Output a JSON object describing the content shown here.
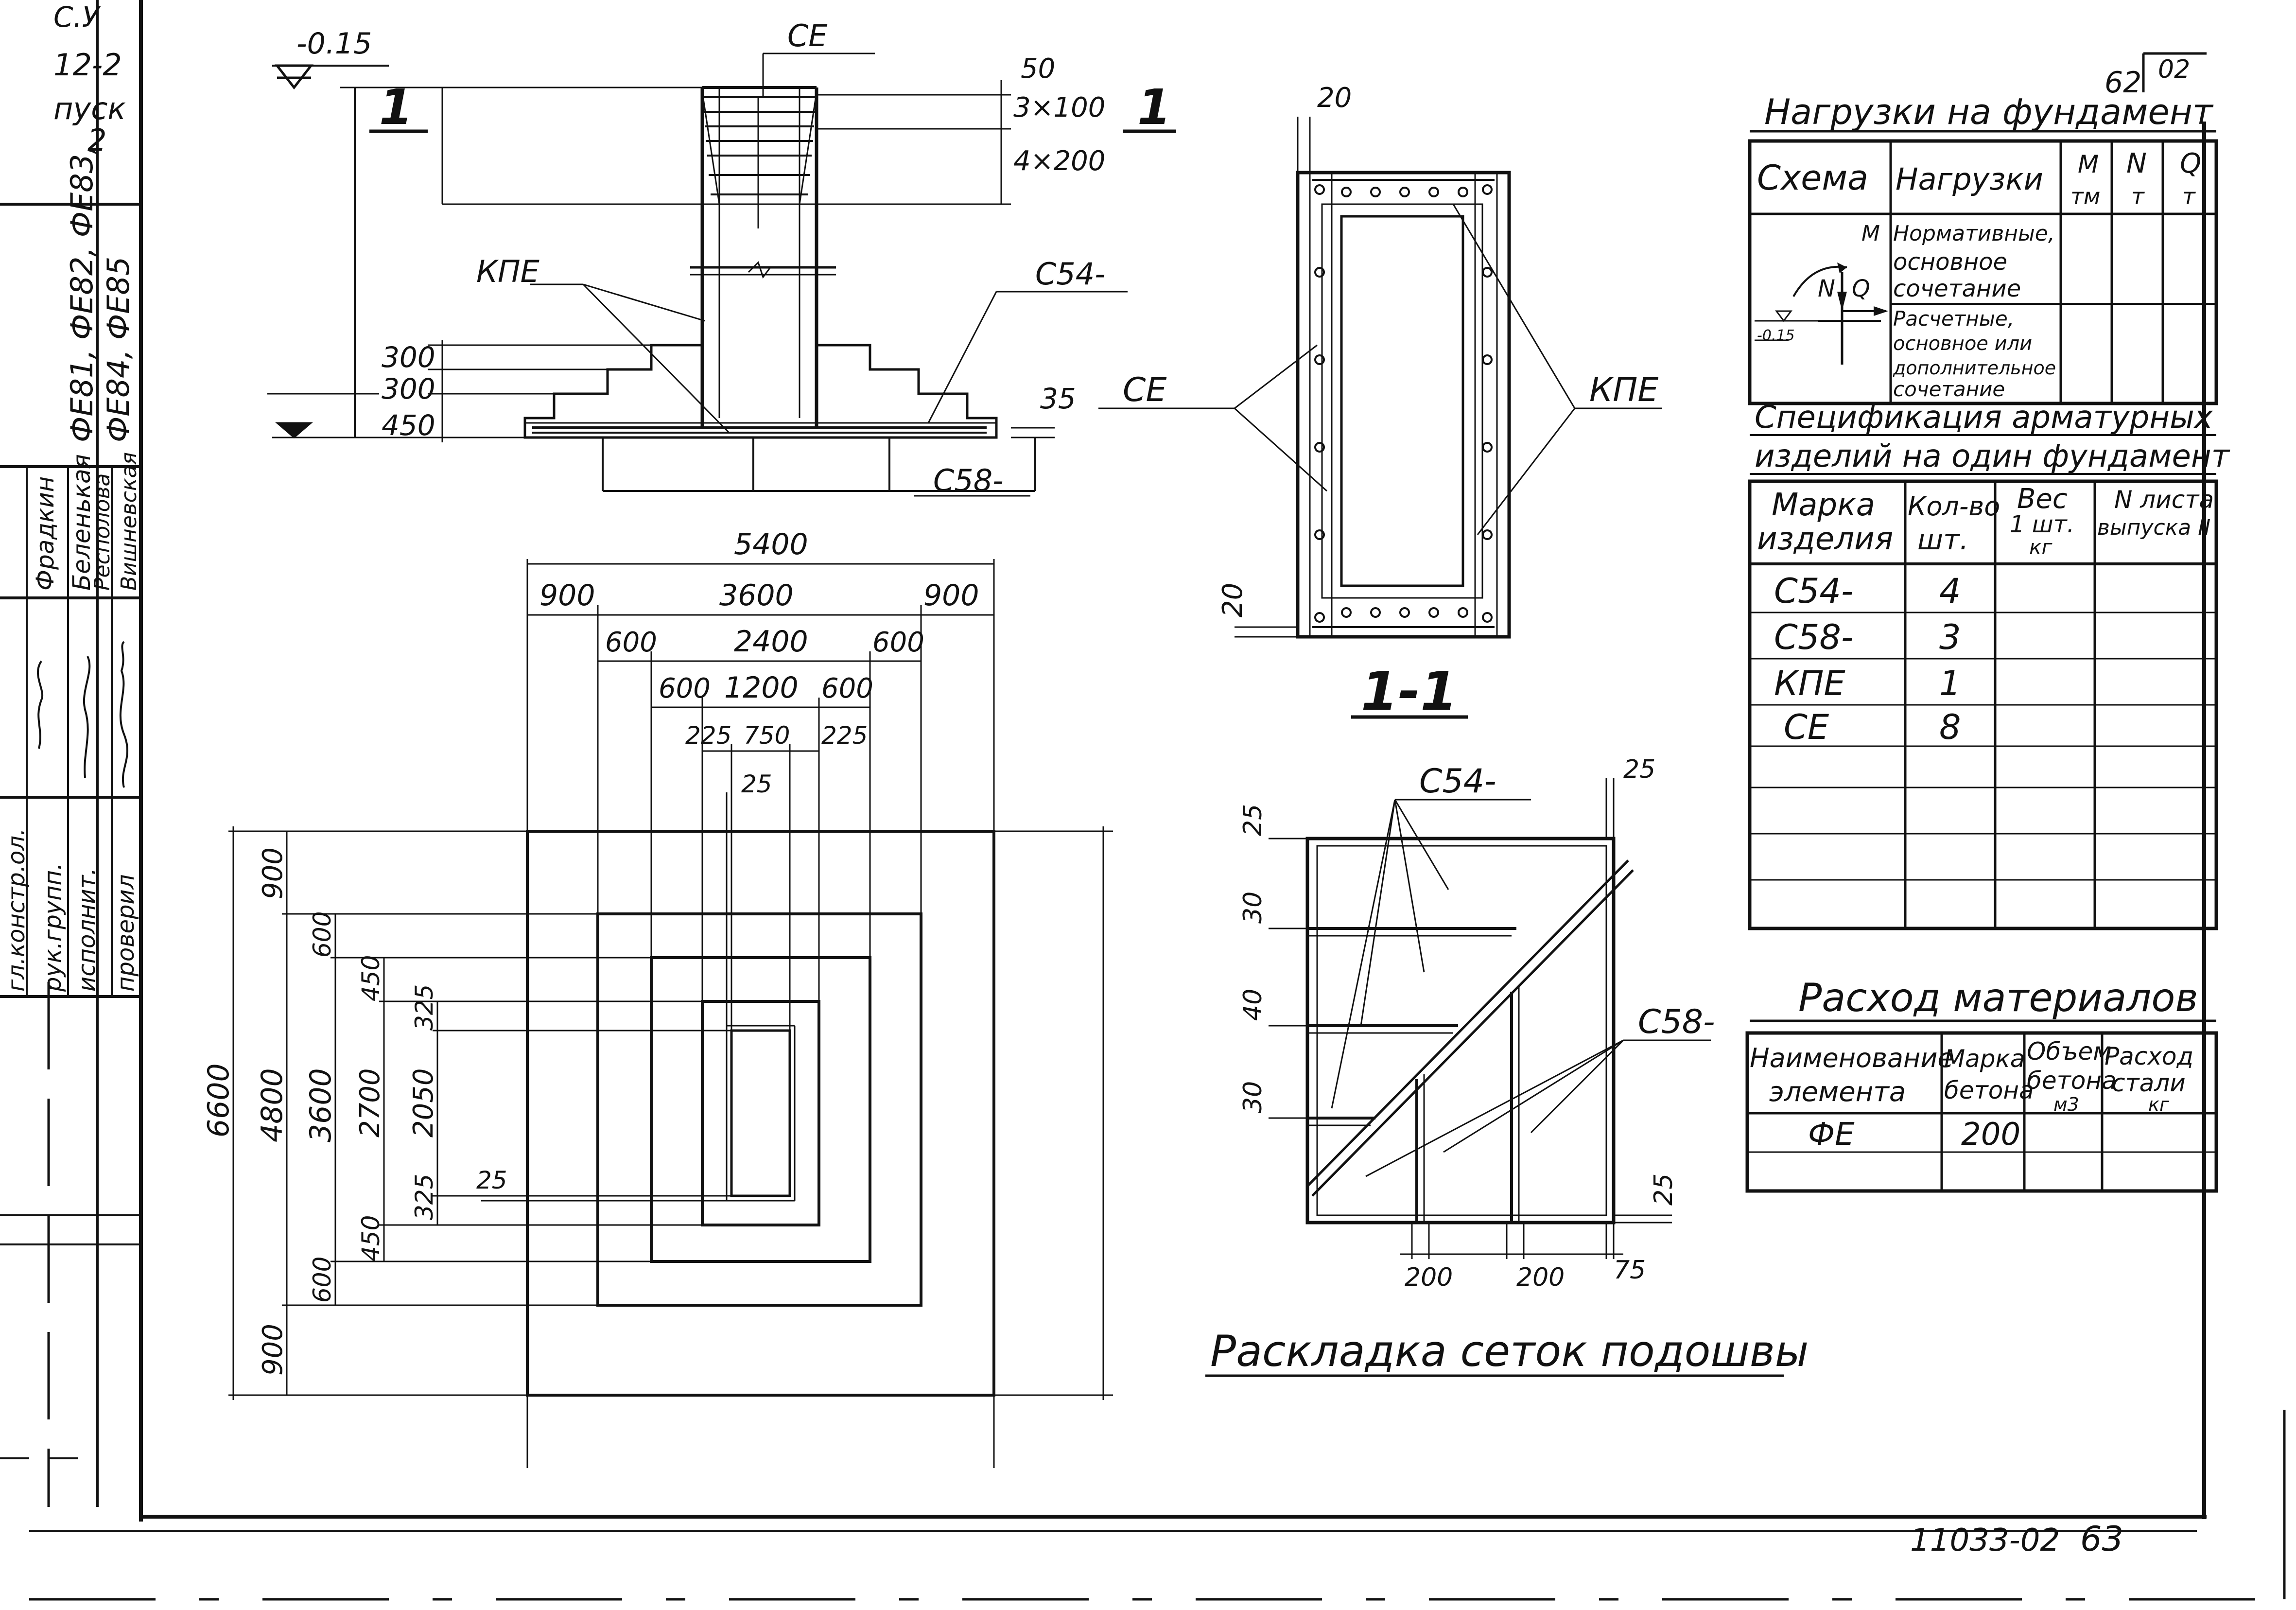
{
  "colors": {
    "ink": "#111111",
    "paper": "#ffffff"
  },
  "stamp": {
    "top_marks": [
      "С.У",
      "12-2",
      "пуск",
      "2"
    ],
    "mark_codes": [
      "ФЕ81, ФЕ82, ФЕ83,",
      "ФЕ84, ФЕ85"
    ],
    "roles": [
      "гл.констр.ол.",
      "рук.групп.",
      "исполнит.",
      "проверил"
    ],
    "names": [
      "Фрадкин",
      "Беленькая",
      "Респолова",
      "Вишневская"
    ]
  },
  "section": {
    "top_level": "-0.15",
    "cut_label_left": "1",
    "cut_label_right": "1",
    "axis_label": "СЕ",
    "dims_top": [
      "50",
      "3×100",
      "4×200"
    ],
    "step_dims": [
      "300",
      "300",
      "450"
    ],
    "label_kpe": "КПЕ",
    "label_c54": "С54-",
    "label_c58": "С58-",
    "dim_35": "35"
  },
  "cut11": {
    "title": "1-1",
    "dim_20_top": "20",
    "dim_20_bottom": "20",
    "label_ce": "СЕ",
    "label_kpe": "КПЕ"
  },
  "plan": {
    "w_total": "5400",
    "w_row2": [
      "900",
      "3600",
      "900"
    ],
    "w_row3": [
      "600",
      "2400",
      "600"
    ],
    "w_row4": [
      "600",
      "1200",
      "600"
    ],
    "w_row5": [
      "225",
      "750",
      "225"
    ],
    "dim_25_top": "25",
    "h_total": "6600",
    "h_col2": [
      "900",
      "4800",
      "900"
    ],
    "h_col3": [
      "600",
      "3600",
      "600"
    ],
    "h_col4": [
      "450",
      "2700",
      "450"
    ],
    "h_col5": [
      "325",
      "2050",
      "325"
    ],
    "dim_25_left": "25"
  },
  "mesh": {
    "title": "Раскладка сеток подошвы",
    "label_c54": "С54-",
    "label_c58": "С58-",
    "dims_left": [
      "25",
      "30",
      "40",
      "30"
    ],
    "dim_top_right": "25",
    "dim_right": "25",
    "dims_bottom": [
      "200",
      "200",
      "75"
    ]
  },
  "loads": {
    "sheet_marks": [
      "62",
      "02"
    ],
    "title": "Нагрузки на фундамент",
    "headers": [
      "Схема",
      "Нагрузки",
      "M",
      "тм",
      "N",
      "т",
      "Q",
      "т"
    ],
    "row1": [
      "Нормативные,",
      "основное",
      "сочетание"
    ],
    "row2": [
      "Расчетные,",
      "основное или",
      "дополнительное",
      "сочетание"
    ],
    "scheme_labels": [
      "M",
      "N",
      "Q",
      "-0.15"
    ]
  },
  "spec": {
    "title_line1": "Спецификация арматурных",
    "title_line2": "изделий на один фундамент",
    "headers": [
      [
        "Марка",
        "изделия"
      ],
      [
        "Кол-во",
        "шт."
      ],
      [
        "Вес",
        "1 шт.",
        "кг"
      ],
      [
        "N листа",
        "выпуска II"
      ]
    ],
    "rows": [
      {
        "mark": "С54-",
        "qty": "4"
      },
      {
        "mark": "С58-",
        "qty": "3"
      },
      {
        "mark": "КПЕ",
        "qty": "1"
      },
      {
        "mark": "СЕ",
        "qty": "8"
      }
    ]
  },
  "materials": {
    "title": "Расход материалов",
    "headers": [
      [
        "Наименование",
        "элемента"
      ],
      [
        "Марка",
        "бетона"
      ],
      [
        "Объем",
        "бетона",
        "м3"
      ],
      [
        "Расход",
        "стали",
        "кг"
      ]
    ],
    "rows": [
      {
        "name": "ФЕ",
        "grade": "200"
      }
    ]
  },
  "footer": {
    "doc_number": "11033-02",
    "page": "63"
  }
}
